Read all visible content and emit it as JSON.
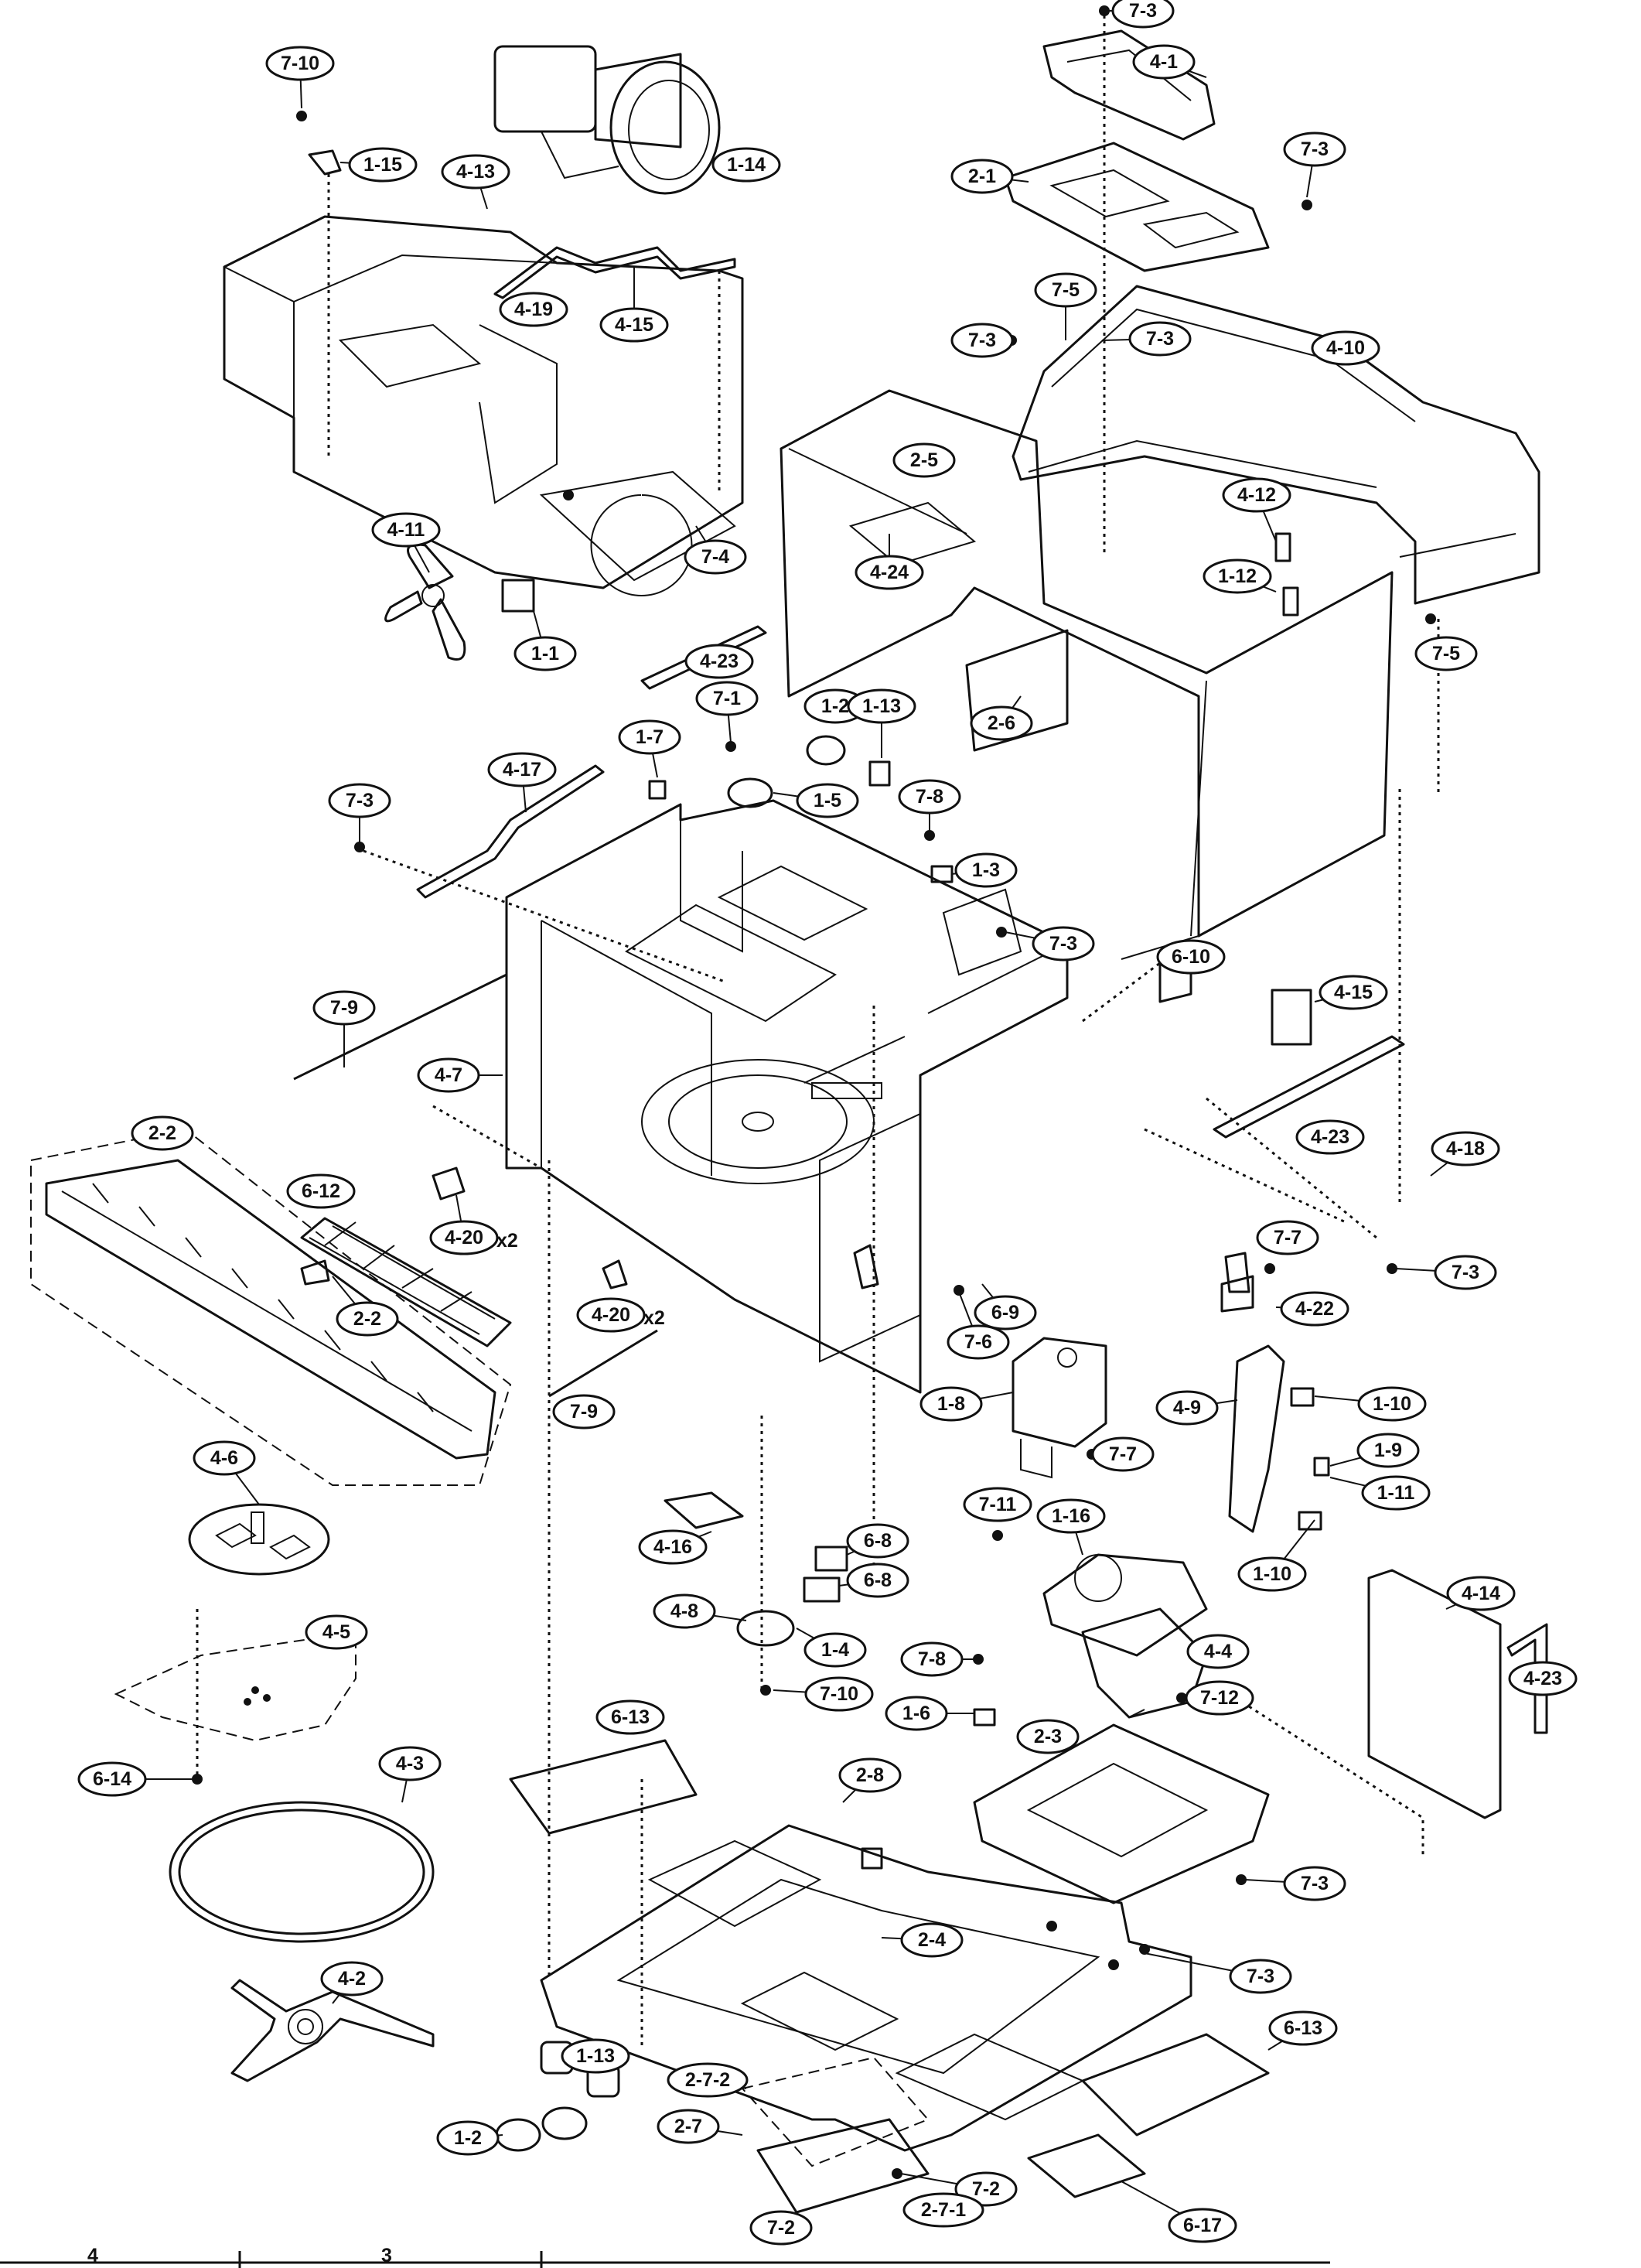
{
  "diagram": {
    "title": "",
    "callouts": [
      "7-3",
      "4-1",
      "7-10",
      "1-15",
      "1-14",
      "4-13",
      "2-1",
      "7-3",
      "4-15",
      "4-19",
      "7-5",
      "7-3",
      "4-10",
      "2-5",
      "7-3",
      "4-12",
      "4-11",
      "7-4",
      "4-24",
      "1-12",
      "7-5",
      "1-1",
      "4-23",
      "2-6",
      "7-1",
      "1-2",
      "1-13",
      "1-7",
      "4-17",
      "7-3",
      "1-5",
      "7-8",
      "1-3",
      "7-3",
      "6-10",
      "4-15",
      "7-9",
      "4-7",
      "4-23",
      "2-2",
      "4-18",
      "6-12",
      "4-20",
      "7-7",
      "7-3",
      "2-2",
      "4-20",
      "6-9",
      "4-22",
      "7-6",
      "7-9",
      "1-8",
      "4-9",
      "1-10",
      "1-9",
      "1-11",
      "7-7",
      "4-6",
      "7-11",
      "1-16",
      "6-8",
      "4-16",
      "6-8",
      "1-10",
      "4-8",
      "4-14",
      "1-4",
      "4-4",
      "4-5",
      "7-10",
      "7-8",
      "7-12",
      "4-23",
      "1-6",
      "2-3",
      "6-13",
      "6-14",
      "4-3",
      "2-8",
      "7-3",
      "2-4",
      "7-3",
      "4-2",
      "1-13",
      "2-7-2",
      "1-2",
      "2-7",
      "6-13",
      "7-2",
      "2-7-1",
      "6-17",
      "7-2"
    ],
    "multipliers": [
      "x2",
      "x2"
    ],
    "footer_marks": [
      "4",
      "3"
    ]
  }
}
